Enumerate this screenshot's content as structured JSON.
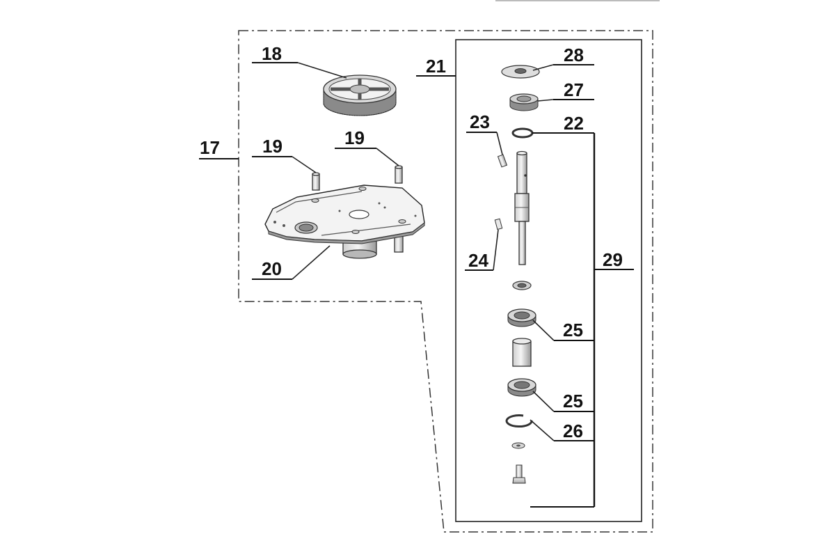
{
  "diagram": {
    "type": "exploded parts diagram",
    "labels": {
      "l17": "17",
      "l18": "18",
      "l19a": "19",
      "l19b": "19",
      "l20": "20",
      "l21": "21",
      "l22": "22",
      "l23": "23",
      "l24": "24",
      "l25a": "25",
      "l25b": "25",
      "l26": "26",
      "l27": "27",
      "l28": "28",
      "l29": "29"
    }
  }
}
